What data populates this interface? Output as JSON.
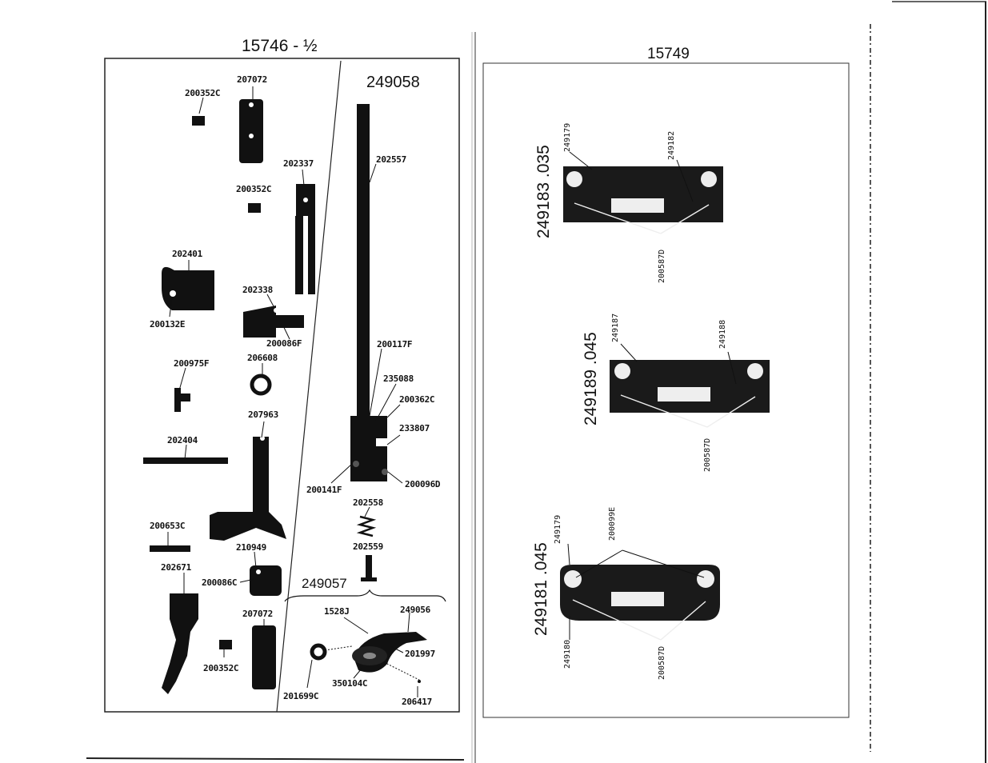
{
  "left_page": {
    "title": "15746 - ½",
    "subsection_rod_title": "249058",
    "subsection_bracket_title": "249057",
    "labels": {
      "l200352c_a": "200352C",
      "l207072_a": "207072",
      "l202337": "202337",
      "l200352c_b": "200352C",
      "l202401": "202401",
      "l200132e": "200132E",
      "l202338": "202338",
      "l200086f": "200086F",
      "l206608": "206608",
      "l200975f": "200975F",
      "l207963": "207963",
      "l202404": "202404",
      "l200653c": "200653C",
      "l210949": "210949",
      "l202671": "202671",
      "l200086c": "200086C",
      "l207072_b": "207072",
      "l200352c_c": "200352C",
      "l202557": "202557",
      "l200117f": "200117F",
      "l235088": "235088",
      "l200362c": "200362C",
      "l233807": "233807",
      "l200141f": "200141F",
      "l200096d": "200096D",
      "l202558": "202558",
      "l202559": "202559",
      "l1528j": "1528J",
      "l249056": "249056",
      "l201997": "201997",
      "l350104c": "350104C",
      "l201699c": "201699C",
      "l206417": "206417"
    }
  },
  "right_page": {
    "title": "15749",
    "plate1": {
      "number": "249183 .035",
      "a": "249179",
      "b": "249182",
      "c": "200587D"
    },
    "plate2": {
      "number": "249189 .045",
      "a": "249187",
      "b": "249188",
      "c": "200587D"
    },
    "plate3": {
      "number": "249181 .045",
      "a": "249179",
      "b": "200099E",
      "c": "249180",
      "d": "200587D"
    }
  }
}
